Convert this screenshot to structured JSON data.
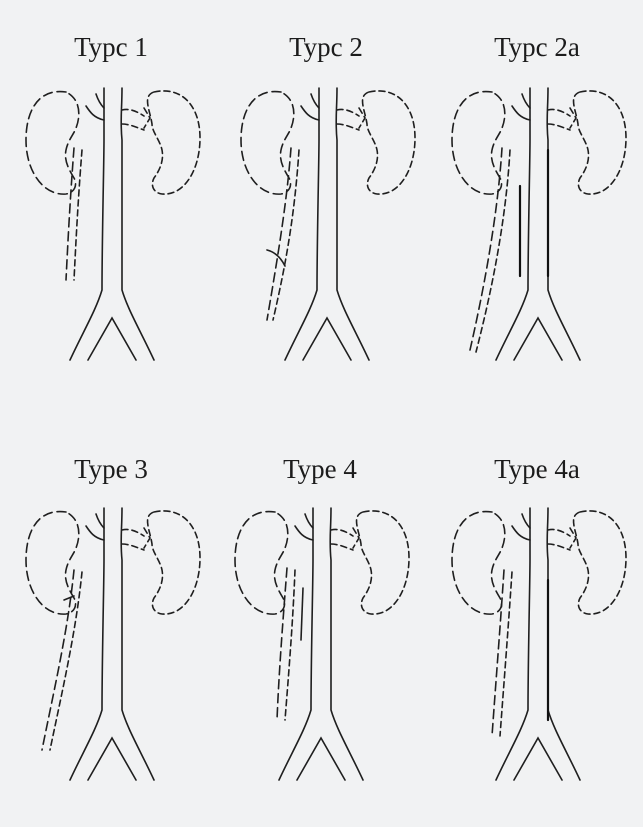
{
  "figure": {
    "panels": [
      {
        "title": "Typc 1",
        "variant": "type1"
      },
      {
        "title": "Typc 2",
        "variant": "type2"
      },
      {
        "title": "Typc 2a",
        "variant": "type2a"
      },
      {
        "title": "Type 3",
        "variant": "type3"
      },
      {
        "title": "Type 4",
        "variant": "type4"
      },
      {
        "title": "Type 4a",
        "variant": "type4a"
      }
    ]
  }
}
